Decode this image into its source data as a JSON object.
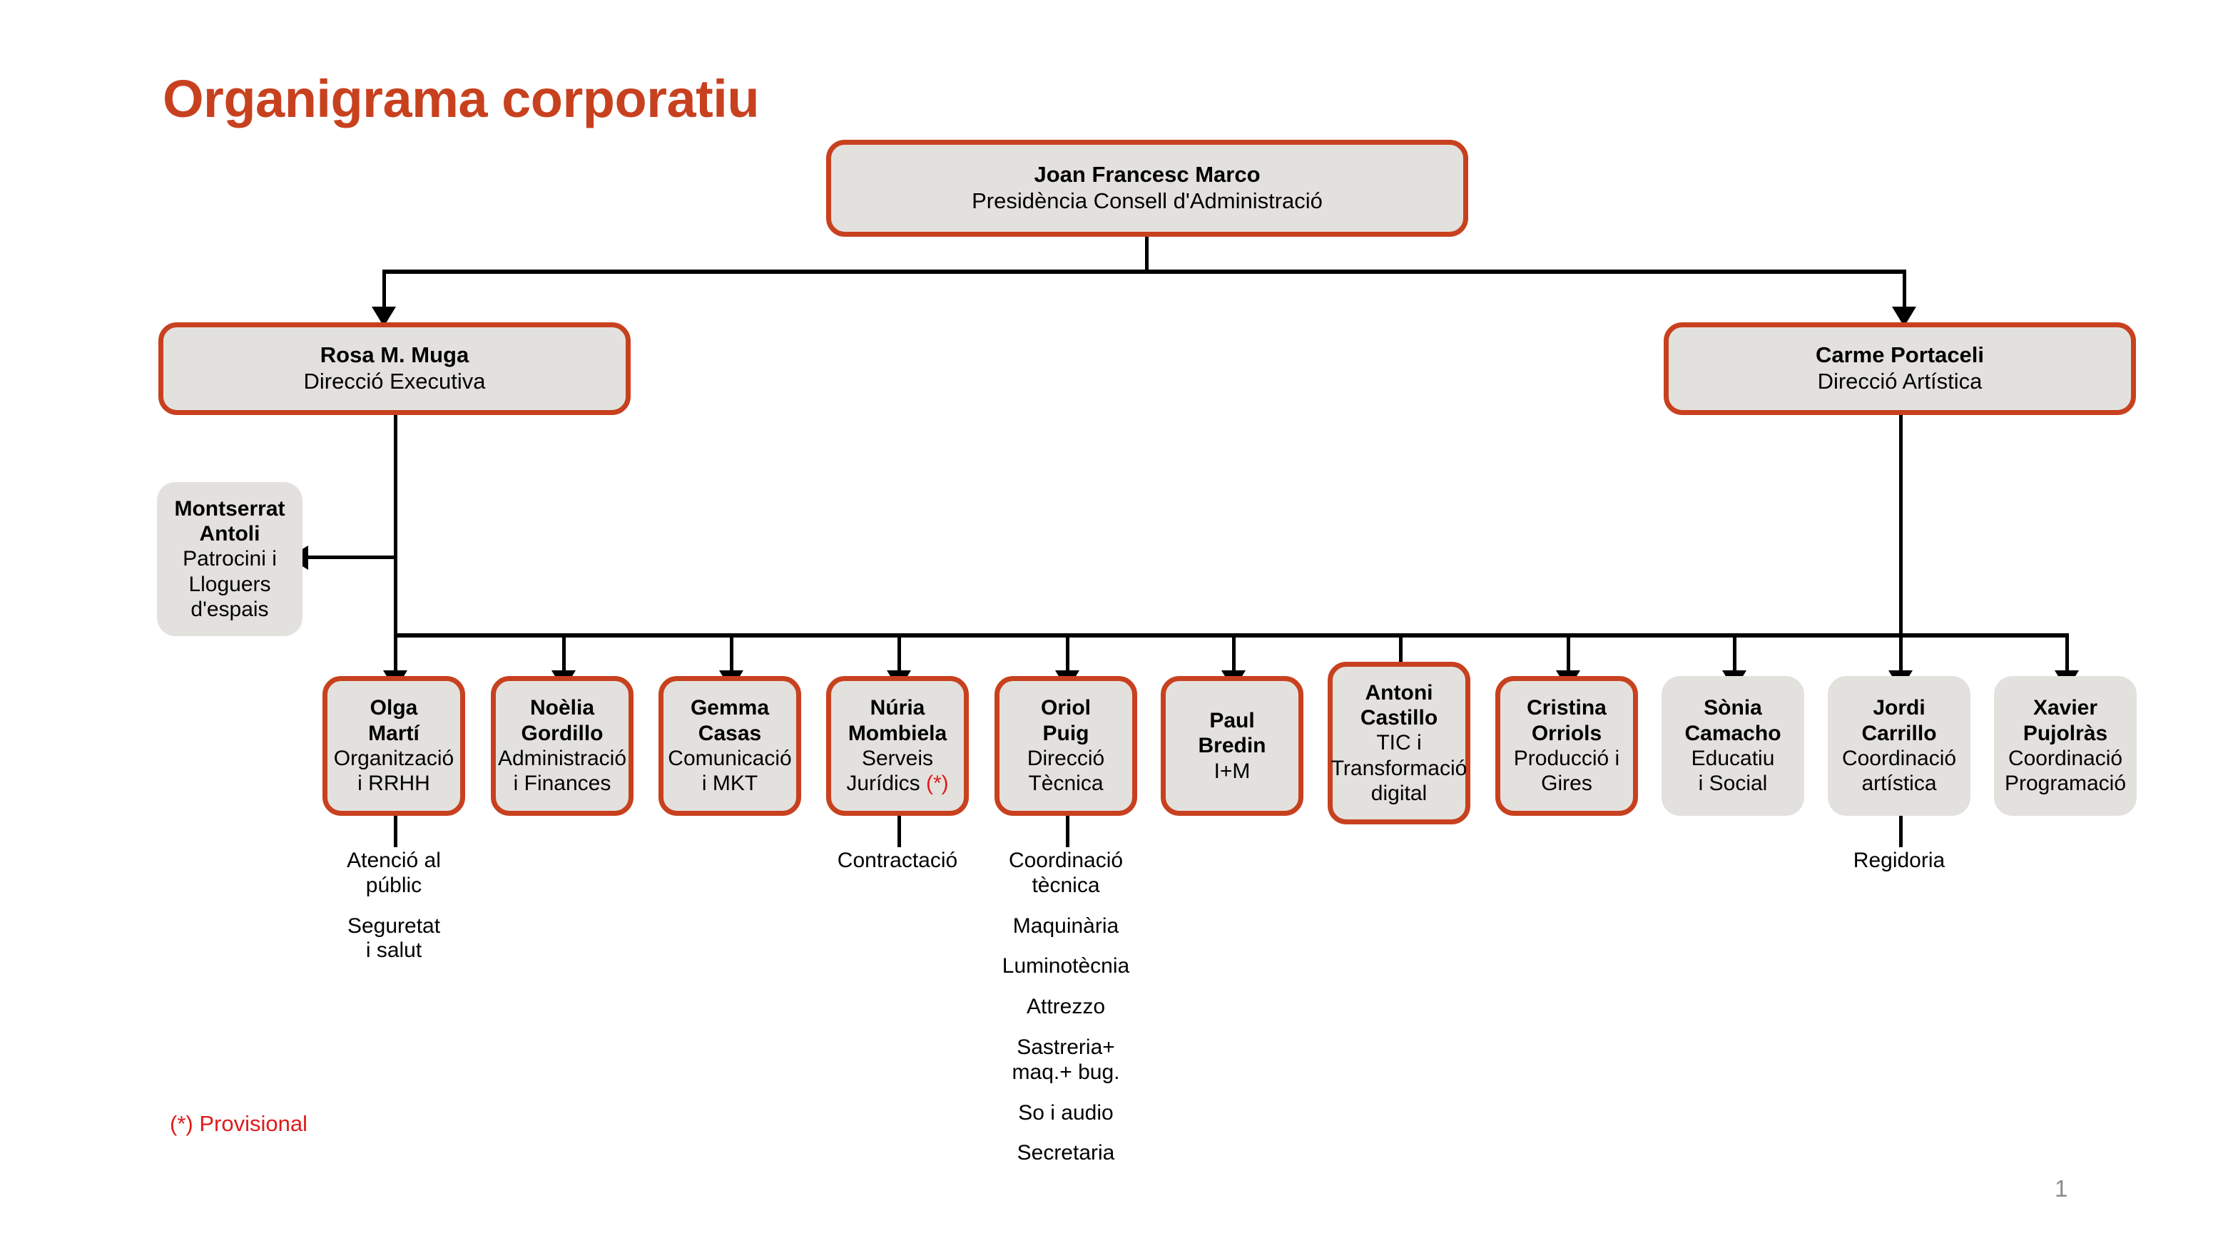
{
  "slide": {
    "title": "Organigrama corporatiu",
    "footnote": "(*) Provisional",
    "page_number": "1",
    "colors": {
      "accent": "#c8411f",
      "box_fill": "#e3e1dd",
      "note_red": "#e01b1b",
      "connector": "#000000",
      "page_number": "#8a8a8a"
    }
  },
  "root": {
    "name": "Joan Francesc Marco",
    "role": "Presidència Consell d'Administració"
  },
  "level2": [
    {
      "name": "Rosa M. Muga",
      "role": "Direcció Executiva"
    },
    {
      "name": "Carme Portaceli",
      "role": "Direcció Artística"
    }
  ],
  "side_node": {
    "name_line1": "Montserrat",
    "name_line2": "Antoli",
    "role_line1": "Patrocini i",
    "role_line2": "Lloguers",
    "role_line3": "d'espais"
  },
  "leaves": [
    {
      "name_line1": "Olga",
      "name_line2": "Martí",
      "role_line1": "Organització",
      "role_line2": "i RRHH",
      "role_line3": "",
      "role_line4": "",
      "bordered": true,
      "star": false
    },
    {
      "name_line1": "Noèlia",
      "name_line2": "Gordillo",
      "role_line1": "Administració",
      "role_line2": "i Finances",
      "role_line3": "",
      "role_line4": "",
      "bordered": true,
      "star": false
    },
    {
      "name_line1": "Gemma",
      "name_line2": "Casas",
      "role_line1": "Comunicació",
      "role_line2": "i MKT",
      "role_line3": "",
      "role_line4": "",
      "bordered": true,
      "star": false
    },
    {
      "name_line1": "Núria",
      "name_line2": "Mombiela",
      "role_line1": "Serveis",
      "role_line2": "Jurídics",
      "role_line3": "",
      "role_line4": "",
      "bordered": true,
      "star": true
    },
    {
      "name_line1": "Oriol",
      "name_line2": "Puig",
      "role_line1": "Direcció",
      "role_line2": "Tècnica",
      "role_line3": "",
      "role_line4": "",
      "bordered": true,
      "star": false
    },
    {
      "name_line1": "Paul",
      "name_line2": "Bredin",
      "role_line1": "I+M",
      "role_line2": "",
      "role_line3": "",
      "role_line4": "",
      "bordered": true,
      "star": false
    },
    {
      "name_line1": "Antoni",
      "name_line2": "Castillo",
      "role_line1": "TIC i",
      "role_line2": "Transformació",
      "role_line3": "digital",
      "role_line4": "",
      "bordered": true,
      "star": false
    },
    {
      "name_line1": "Cristina",
      "name_line2": "Orriols",
      "role_line1": "Producció i",
      "role_line2": "Gires",
      "role_line3": "",
      "role_line4": "",
      "bordered": true,
      "star": false
    },
    {
      "name_line1": "Sònia",
      "name_line2": "Camacho",
      "role_line1": "Educatiu",
      "role_line2": "i Social",
      "role_line3": "",
      "role_line4": "",
      "bordered": false,
      "star": false
    },
    {
      "name_line1": "Jordi",
      "name_line2": "Carrillo",
      "role_line1": "Coordinació",
      "role_line2": "artística",
      "role_line3": "",
      "role_line4": "",
      "bordered": false,
      "star": false
    },
    {
      "name_line1": "Xavier",
      "name_line2": "Pujolràs",
      "role_line1": "Coordinació",
      "role_line2": "Programació",
      "role_line3": "",
      "role_line4": "",
      "bordered": false,
      "star": false
    }
  ],
  "sub_items": {
    "olga": {
      "i0": "Atenció al",
      "i1": "públic",
      "i2": "Seguretat",
      "i3": "i salut"
    },
    "nuria": {
      "i0": "Contractació"
    },
    "oriol": {
      "i0": "Coordinació",
      "i1": "tècnica",
      "i2": "Maquinària",
      "i3": "Luminotècnia",
      "i4": "Attrezzo",
      "i5": "Sastreria+",
      "i6": "maq.+ bug.",
      "i7": "So i audio",
      "i8": "Secretaria"
    },
    "jordi": {
      "i0": "Regidoria"
    }
  },
  "star_marker": "(*)"
}
